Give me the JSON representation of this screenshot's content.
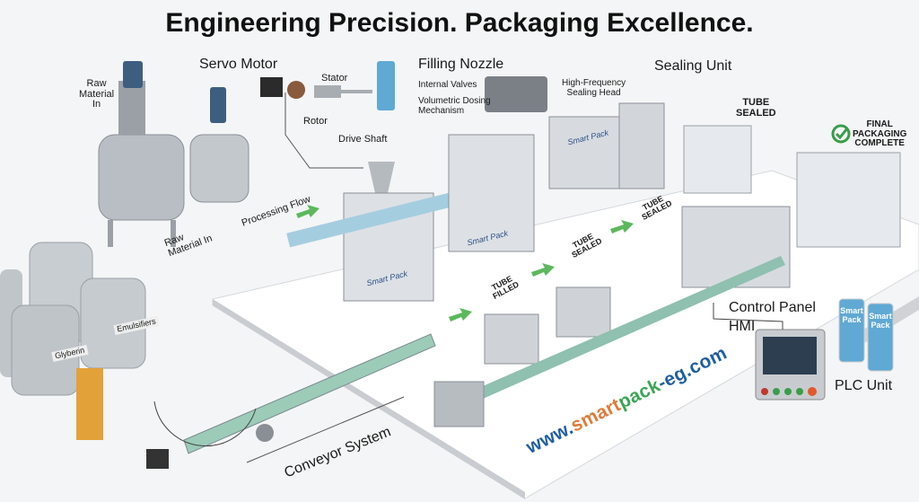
{
  "title": "Engineering Precision. Packaging Excellence.",
  "labels": {
    "raw_material_in_top": [
      "Raw",
      "Material",
      "In"
    ],
    "servo_motor": "Servo Motor",
    "stator": "Stator",
    "rotor": "Rotor",
    "drive_shaft": "Drive Shaft",
    "filling_nozzle": "Filling Nozzle",
    "internal_valves": "Internal Valves",
    "volumetric_dosing": [
      "Volumetric Dosing",
      "Mechanism"
    ],
    "hf_sealing_head": [
      "High-Frequency",
      "Sealing Head"
    ],
    "sealing_unit": "Sealing Unit",
    "tube_sealed_top": [
      "TUBE",
      "SEALED"
    ],
    "final_packaging": [
      "FINAL",
      "PACKAGING",
      "COMPLETE"
    ],
    "processing_flow": "Processing Flow",
    "raw_material_in_floor": [
      "Raw",
      "Material In"
    ],
    "tube_filled": [
      "TUBE",
      "FILLED"
    ],
    "tube_sealed_1": [
      "TUBE",
      "SEALED"
    ],
    "tube_sealed_2": [
      "TUBE",
      "SEALED"
    ],
    "conveyor_system": "Conveyor System",
    "control_panel": "Control Panel",
    "hmi": "HMI",
    "plc_unit": "PLC Unit",
    "tank_glycerin": "Glyberin",
    "tank_emulsifiers": "Emulsifiers",
    "machine_brand": "Smart Pack",
    "tube_brand": "Smart Pack"
  },
  "website": {
    "prefix": "www.",
    "name1": "smart",
    "name2": "pack",
    "suffix": "-eg.com"
  },
  "colors": {
    "accent_green": "#4caf50",
    "blue": "#1f5fa0",
    "orange": "#e07b39",
    "green_text": "#3aa655"
  }
}
